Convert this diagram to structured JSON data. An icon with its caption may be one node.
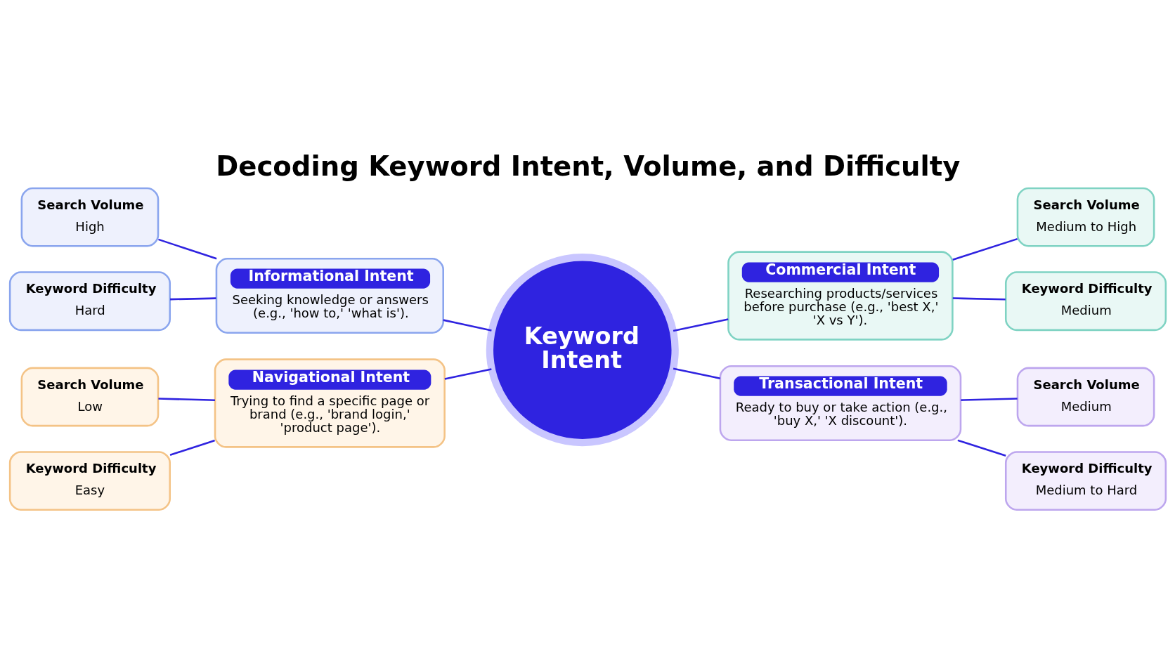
{
  "diagram": {
    "title": "Decoding Keyword Intent, Volume, and Difficulty",
    "nodes": [
      {
        "text": [
          "Keyword Intent"
        ]
      },
      {
        "text": [
          "Informational Intent",
          "Seeking knowledge or answers (e.g., 'how to,' 'what is')."
        ]
      },
      {
        "text": [
          "Search Volume",
          "High"
        ]
      },
      {
        "text": [
          "Keyword Difficulty",
          "Hard"
        ]
      },
      {
        "text": [
          "Commercial Intent",
          "Researching products/services before purchase (e.g., 'best X,' 'X vs Y')."
        ]
      },
      {
        "text": [
          "Search Volume",
          "Medium to High"
        ]
      },
      {
        "text": [
          "Keyword Difficulty",
          "Medium"
        ]
      },
      {
        "text": [
          "Navigational Intent",
          "Trying to find a specific page or brand (e.g., 'brand login,' 'product page')."
        ]
      },
      {
        "text": [
          "Search Volume",
          "Low"
        ]
      },
      {
        "text": [
          "Keyword Difficulty",
          "Easy"
        ]
      },
      {
        "text": [
          "Transactional Intent",
          "Ready to buy or take action (e.g., 'buy X,' 'X discount')."
        ]
      },
      {
        "text": [
          "Search Volume",
          "Medium"
        ]
      },
      {
        "text": [
          "Keyword Difficulty",
          "Medium to Hard"
        ]
      }
    ],
    "edges": [
      {
        "from": 2,
        "to": 1,
        "arrow": "none"
      },
      {
        "from": 3,
        "to": 1,
        "arrow": "none"
      },
      {
        "from": 1,
        "to": 0,
        "arrow": "none"
      },
      {
        "from": 0,
        "to": 4,
        "arrow": "none"
      },
      {
        "from": 4,
        "to": 5,
        "arrow": "none"
      },
      {
        "from": 4,
        "to": 6,
        "arrow": "none"
      },
      {
        "from": 8,
        "to": 7,
        "arrow": "none"
      },
      {
        "from": 9,
        "to": 7,
        "arrow": "none"
      },
      {
        "from": 7,
        "to": 0,
        "arrow": "none"
      },
      {
        "from": 0,
        "to": 10,
        "arrow": "none"
      },
      {
        "from": 10,
        "to": 11,
        "arrow": "none"
      },
      {
        "from": 10,
        "to": 12,
        "arrow": "none"
      }
    ]
  }
}
